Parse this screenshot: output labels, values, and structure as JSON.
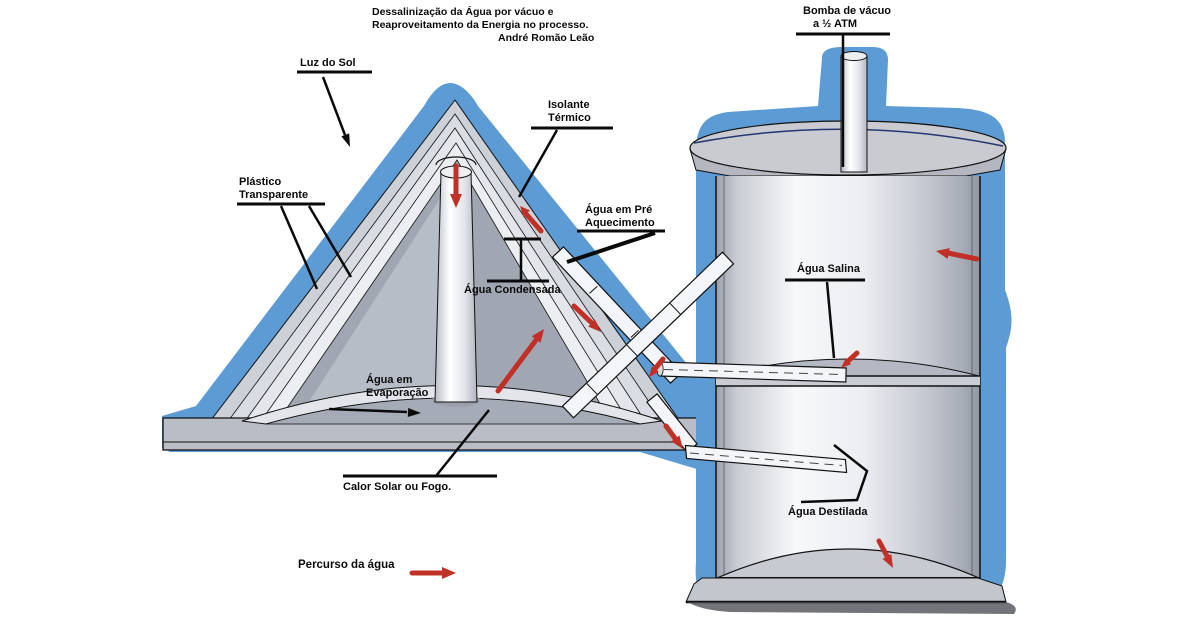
{
  "title": {
    "line1": "Dessalinização da Água por vácuo e",
    "line2": "Reaproveitamento da Energia no processo.",
    "line3": "André Romão Leão"
  },
  "labels": {
    "luz_do_sol": "Luz do Sol",
    "plastico_transparente": {
      "line1": "Plástico",
      "line2": "Transparente"
    },
    "isolante_termico": {
      "line1": "Isolante",
      "line2": "Térmico"
    },
    "agua_pre_aquecimento": {
      "line1": "Água em Pré",
      "line2": "Aquecimento"
    },
    "agua_condensada": "Água Condensada",
    "agua_em_evaporacao": {
      "line1": "Água em",
      "line2": "Evaporação"
    },
    "calor_solar": "Calor Solar ou Fogo.",
    "bomba_de_vacuo": {
      "line1": "Bomba de vácuo",
      "line2": "a ½ ATM"
    },
    "agua_salina": "Água Salina",
    "agua_destilada": "Água Destilada"
  },
  "legend": {
    "percurso_da_agua": "Percurso da água"
  },
  "colors": {
    "water_blue": "#5c9bd4",
    "arrow_red": "#c03026",
    "outline": "#111111",
    "metal_light": "#f4f5f8",
    "metal_mid": "#c6c9d0",
    "metal_dark": "#9aa0ab",
    "background": "#ffffff"
  }
}
